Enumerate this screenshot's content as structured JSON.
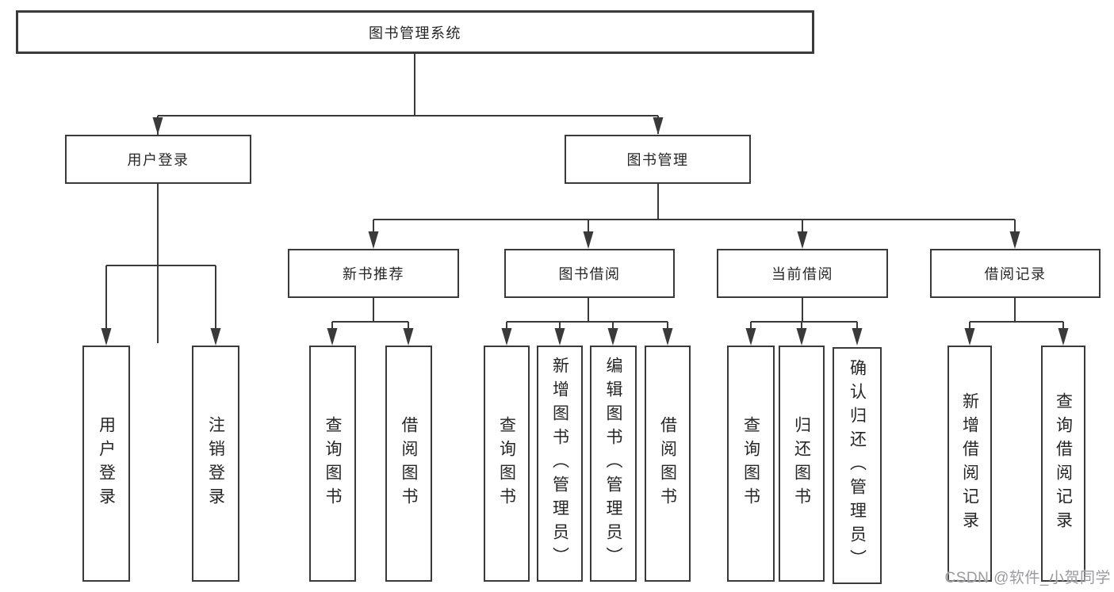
{
  "diagram": {
    "root": "图书管理系统",
    "level2": {
      "user_login": "用户登录",
      "book_management": "图书管理"
    },
    "level3": {
      "new_book_recommend": "新书推荐",
      "book_borrow": "图书借阅",
      "current_borrow": "当前借阅",
      "borrow_records": "借阅记录"
    },
    "leaves": {
      "user_login_children": {
        "login": "用户登录",
        "logout": "注销登录"
      },
      "new_book_recommend_children": {
        "query_book": "查询图书",
        "borrow_book": "借阅图书"
      },
      "book_borrow_children": {
        "query_book": "查询图书",
        "add_book_admin": "新增图书（管理员）",
        "edit_book_admin": "编辑图书（管理员）",
        "borrow_book": "借阅图书"
      },
      "current_borrow_children": {
        "query_book": "查询图书",
        "return_book": "归还图书",
        "confirm_return_admin": "确认归还（管理员）"
      },
      "borrow_records_children": {
        "add_record": "新增借阅记录",
        "query_record": "查询借阅记录"
      }
    }
  },
  "watermark": {
    "text": "CSDN @软件_小贺同学"
  },
  "colors": {
    "line": "#3a3a3a",
    "box_border": "#3a3a3a",
    "text": "#262626",
    "watermark": "#9b9b9e",
    "background": "#ffffff"
  }
}
